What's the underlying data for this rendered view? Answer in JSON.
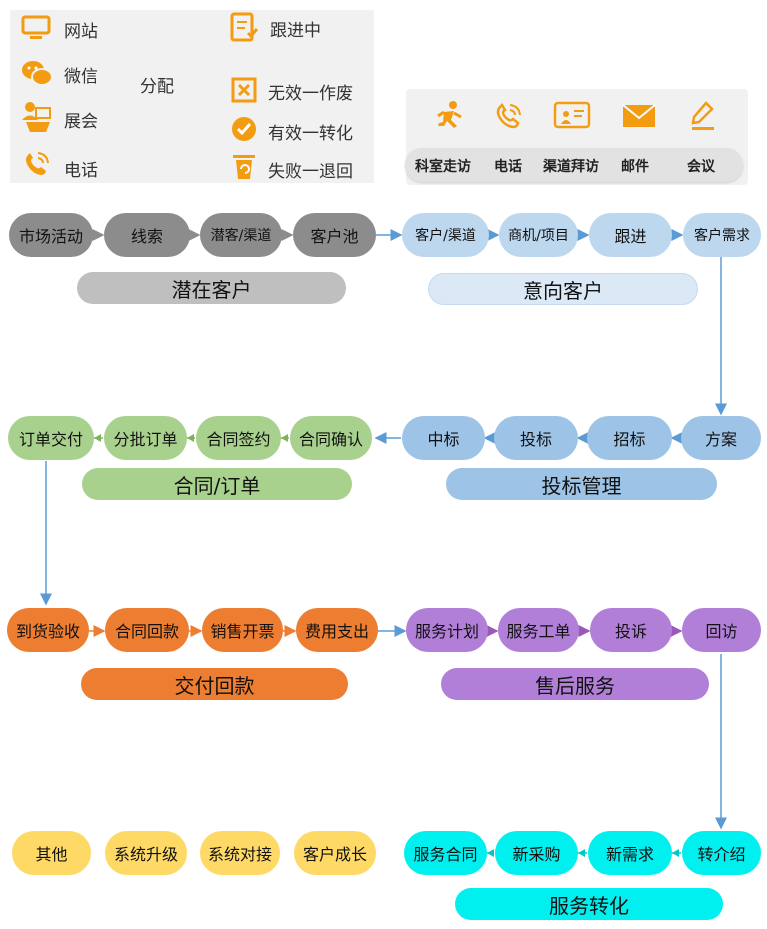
{
  "sources": [
    "网站",
    "微信",
    "展会",
    "电话"
  ],
  "assign_label": "分配",
  "outcomes": [
    "跟进中",
    "无效一作废",
    "有效一转化",
    "失败一退回"
  ],
  "visit_methods": [
    "科室走访",
    "电话",
    "渠道拜访",
    "邮件",
    "会议"
  ],
  "stages": {
    "latent": {
      "label": "潜在客户",
      "nodes": [
        "市场活动",
        "线索",
        "潜客/渠道",
        "客户池"
      ]
    },
    "intent": {
      "label": "意向客户",
      "nodes": [
        "客户/渠道",
        "商机/项目",
        "跟进",
        "客户需求"
      ]
    },
    "bid": {
      "label": "投标管理",
      "nodes": [
        "方案",
        "招标",
        "投标",
        "中标"
      ]
    },
    "contract": {
      "label": "合同/订单",
      "nodes": [
        "合同确认",
        "合同签约",
        "分批订单",
        "订单交付"
      ]
    },
    "delivery": {
      "label": "交付回款",
      "nodes": [
        "到货验收",
        "合同回款",
        "销售开票",
        "费用支出"
      ]
    },
    "after": {
      "label": "售后服务",
      "nodes": [
        "服务计划",
        "服务工单",
        "投诉",
        "回访"
      ]
    },
    "convert": {
      "label": "服务转化",
      "nodes": [
        "转介绍",
        "新需求",
        "新采购",
        "服务合同"
      ]
    },
    "other": {
      "nodes": [
        "其他",
        "系统升级",
        "系统对接",
        "客户成长"
      ]
    }
  },
  "colors": {
    "gray": "#8c8c8c",
    "gray_label": "#bfbfbf",
    "light_blue": "#bdd7ee",
    "light_blue_label": "#dbe8f6",
    "blue": "#9dc3e6",
    "green": "#a9d18e",
    "orange": "#ed7d31",
    "purple": "#b27fd8",
    "cyan": "#00f0f0",
    "yellow": "#ffd966",
    "icon_orange": "#f39c12",
    "arrow": "#5b9bd5"
  }
}
